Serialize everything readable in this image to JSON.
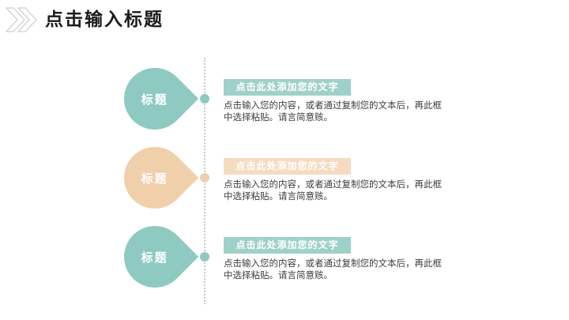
{
  "slide": {
    "title": "点击输入标题"
  },
  "icons": {
    "header_icon": "double-chevron-right-icon"
  },
  "colors": {
    "teal": "#8ecac2",
    "teal_light": "#9ed1ca",
    "peach": "#f0cfab",
    "peach_light": "#f5dcc1",
    "line_gray": "#c9c9c9",
    "title_text": "#1b1b1b",
    "body_text": "#3d3d3d"
  },
  "rows": [
    {
      "shape_label": "标题",
      "accent": "teal",
      "header": "点击此处添加您的文字",
      "body": "点击输入您的内容，或者通过复制您的文本后，再此框中选择粘贴。请言简意赅。"
    },
    {
      "shape_label": "标题",
      "accent": "peach",
      "header": "点击此处添加您的文字",
      "body": "点击输入您的内容，或者通过复制您的文本后，再此框中选择粘贴。请言简意赅。"
    },
    {
      "shape_label": "标题",
      "accent": "teal",
      "header": "点击此处添加您的文字",
      "body": "点击输入您的内容，或者通过复制您的文本后，再此框中选择粘贴。请言简意赅。"
    }
  ]
}
